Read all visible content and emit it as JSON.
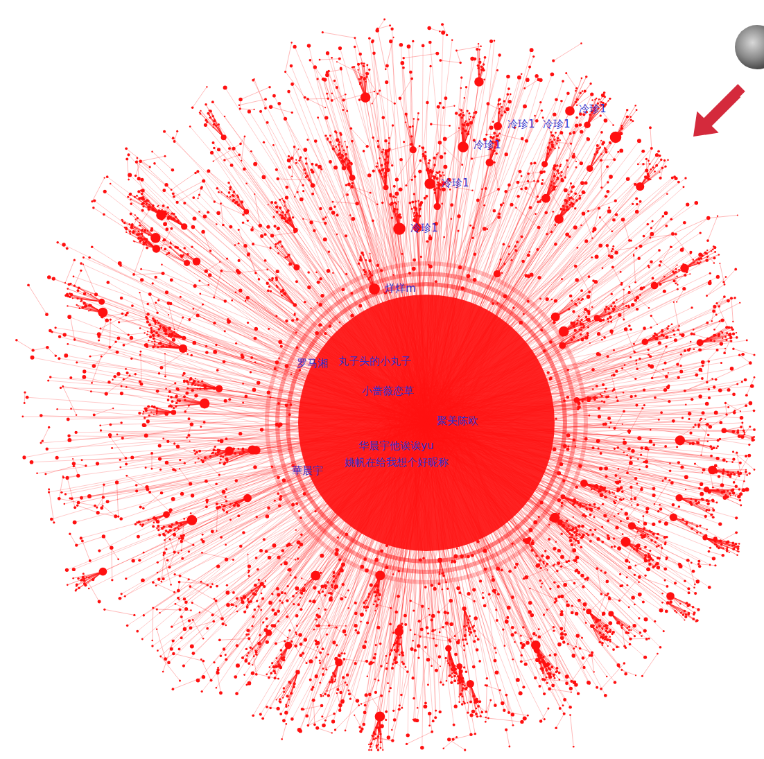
{
  "diagram": {
    "labels": [
      "冷珍1",
      "冷珍1",
      "冷珍1",
      "冷珍1",
      "冷珍1",
      "冷珍1",
      "烊烊m",
      "罗马湘",
      "丸子头的小丸子",
      "小蔷薇恋草",
      "聚美陈欧",
      "华晨宇他诶诶yu",
      "姚帆在给我想个好昵称",
      "華晨宇"
    ]
  }
}
